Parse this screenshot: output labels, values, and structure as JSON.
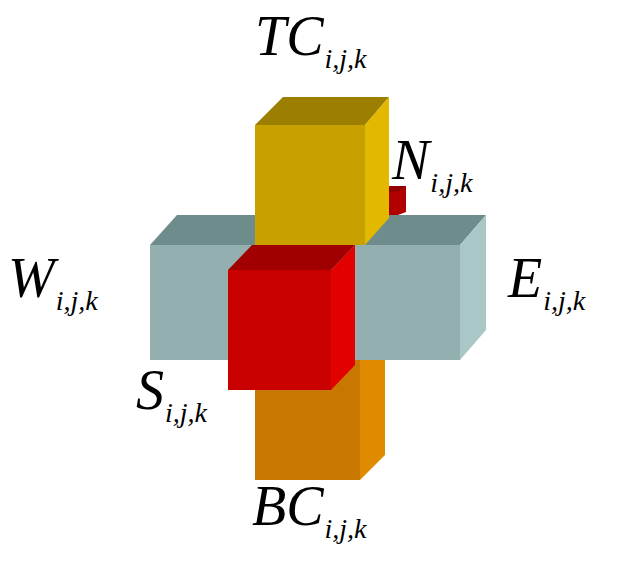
{
  "diagram": {
    "labels": [
      "TC",
      "i,j,k",
      "N",
      "i,j,k",
      "W",
      "i,j,k",
      "E",
      "i,j,k",
      "S",
      "i,j,k",
      "BC",
      "i,j,k"
    ]
  }
}
